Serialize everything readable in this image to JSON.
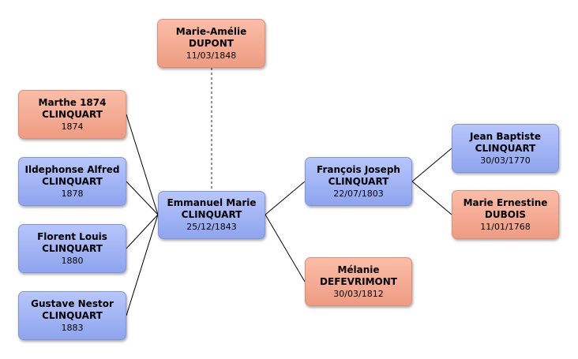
{
  "diagram": {
    "people": [
      {
        "id": "spouse",
        "given": "Marie-Amélie",
        "surname": "DUPONT",
        "date": "11/03/1848",
        "sex": "female"
      },
      {
        "id": "child1",
        "given": "Marthe 1874",
        "surname": "CLINQUART",
        "date": "1874",
        "sex": "female"
      },
      {
        "id": "child2",
        "given": "Ildephonse Alfred",
        "surname": "CLINQUART",
        "date": "1878",
        "sex": "male"
      },
      {
        "id": "child3",
        "given": "Florent Louis",
        "surname": "CLINQUART",
        "date": "1880",
        "sex": "male"
      },
      {
        "id": "child4",
        "given": "Gustave Nestor",
        "surname": "CLINQUART",
        "date": "1883",
        "sex": "male"
      },
      {
        "id": "root",
        "given": "Emmanuel Marie",
        "surname": "CLINQUART",
        "date": "25/12/1843",
        "sex": "male"
      },
      {
        "id": "father",
        "given": "François Joseph",
        "surname": "CLINQUART",
        "date": "22/07/1803",
        "sex": "male"
      },
      {
        "id": "mother",
        "given": "Mélanie",
        "surname": "DEFEVRIMONT",
        "date": "30/03/1812",
        "sex": "female"
      },
      {
        "id": "gfather",
        "given": "Jean Baptiste",
        "surname": "CLINQUART",
        "date": "30/03/1770",
        "sex": "male"
      },
      {
        "id": "gmother",
        "given": "Marie Ernestine",
        "surname": "DUBOIS",
        "date": "11/01/1768",
        "sex": "female"
      }
    ]
  }
}
